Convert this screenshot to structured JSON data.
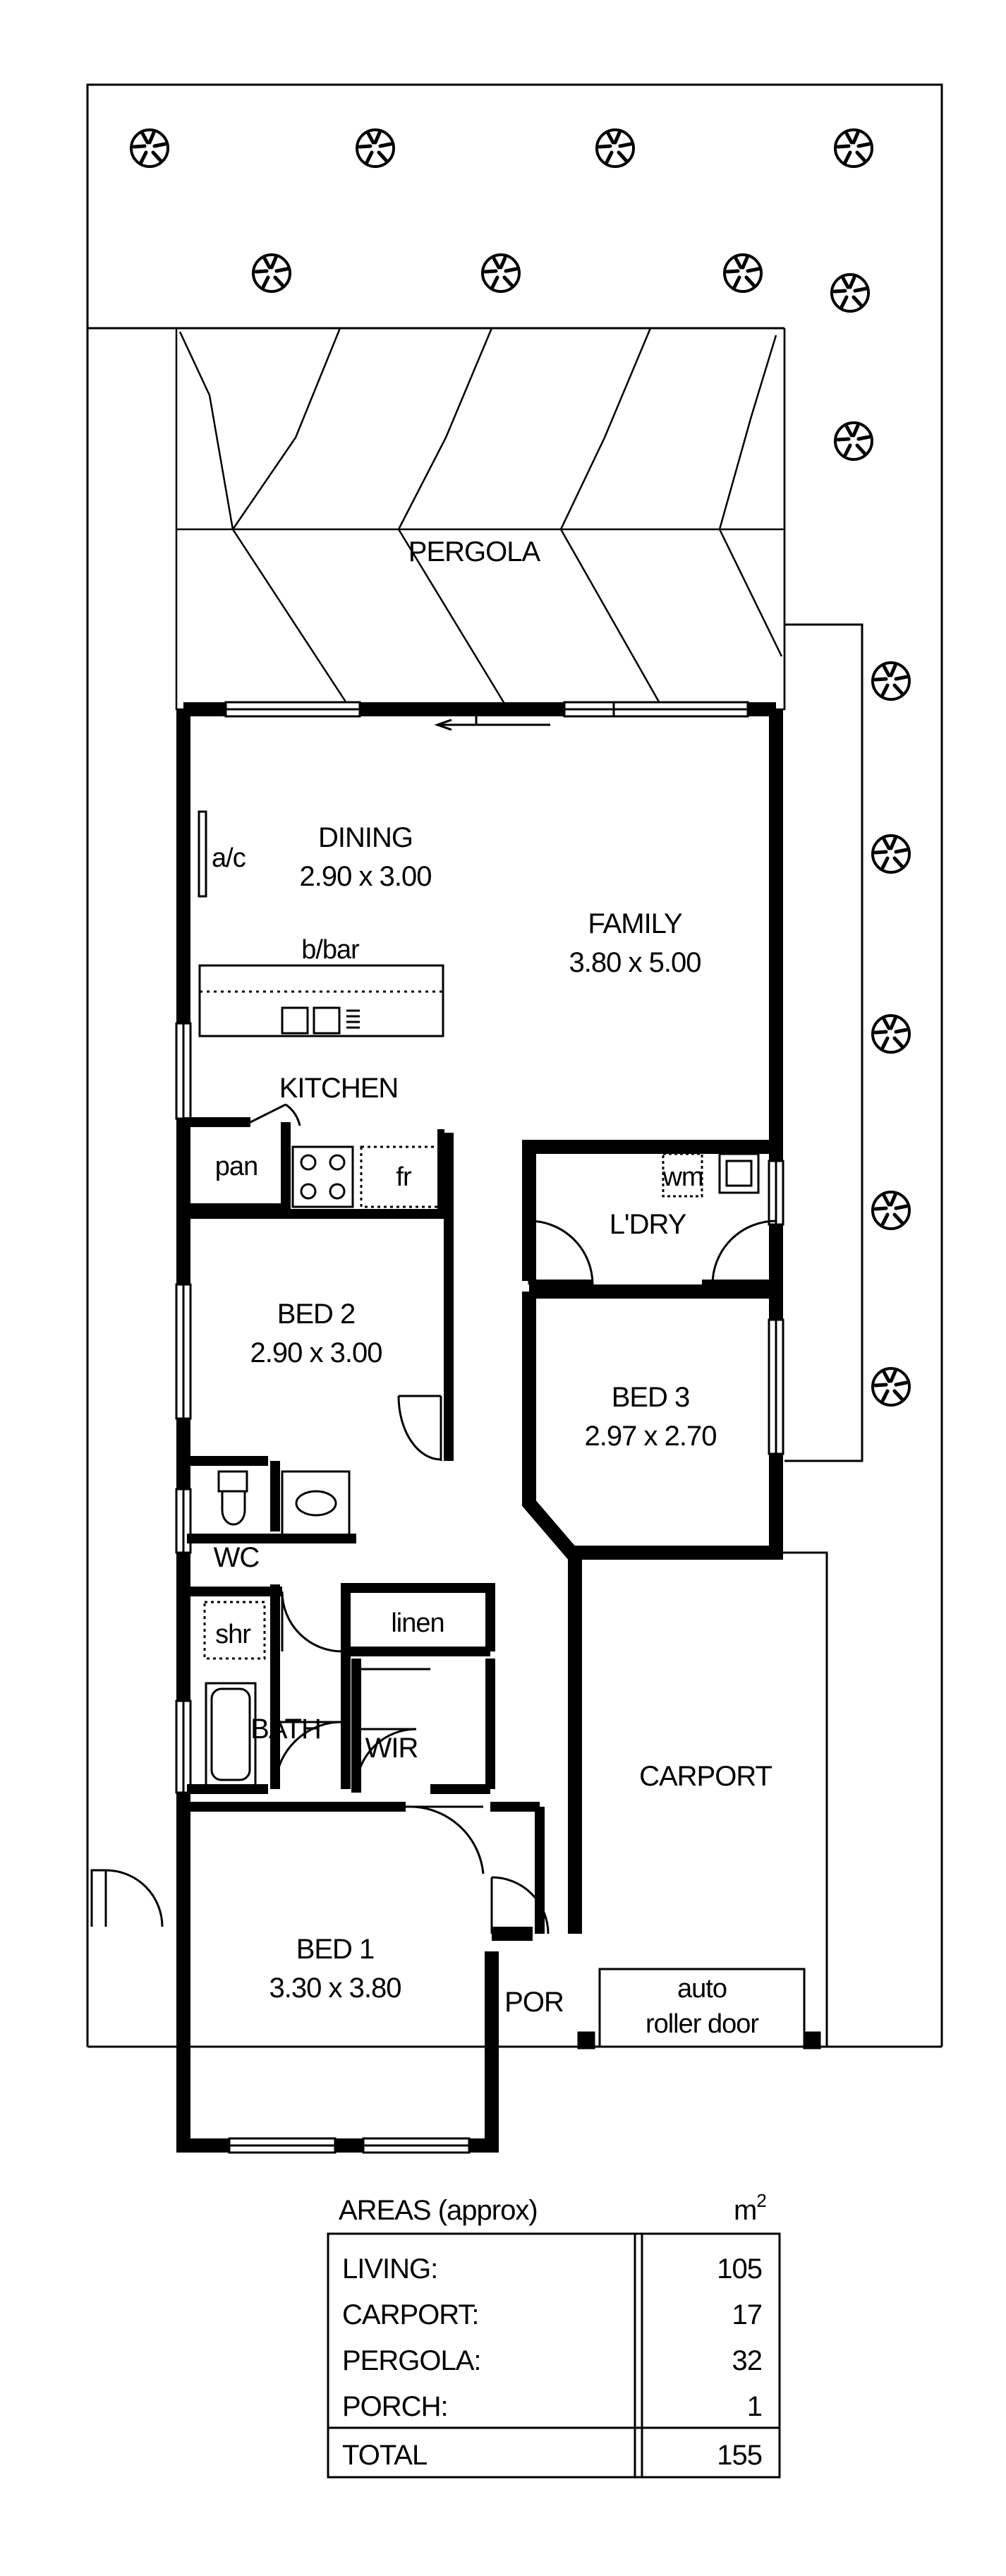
{
  "rooms": {
    "pergola": "PERGOLA",
    "dining": "DINING",
    "dining_size": "2.90 x 3.00",
    "ac": "a/c",
    "family": "FAMILY",
    "family_size": "3.80 x 5.00",
    "bbar": "b/bar",
    "kitchen": "KITCHEN",
    "pan": "pan",
    "fr": "fr",
    "wm": "wm",
    "ldry": "L'DRY",
    "bed2": "BED 2",
    "bed2_size": "2.90 x 3.00",
    "bed3": "BED 3",
    "bed3_size": "2.97 x 2.70",
    "wc": "WC",
    "shr": "shr",
    "linen": "linen",
    "bath": "BATH",
    "wir": "WIR",
    "carport": "CARPORT",
    "bed1": "BED 1",
    "bed1_size": "3.30 x 3.80",
    "por": "POR",
    "auto": "auto",
    "roller_door": "roller door"
  },
  "areas": {
    "title": "AREAS (approx)",
    "unit": "m",
    "unit_sup": "2",
    "rows": [
      {
        "label": "LIVING:",
        "value": "105"
      },
      {
        "label": "CARPORT:",
        "value": "17"
      },
      {
        "label": "PERGOLA:",
        "value": "32"
      },
      {
        "label": "PORCH:",
        "value": "1"
      }
    ],
    "total_label": "TOTAL",
    "total_value": "155"
  }
}
